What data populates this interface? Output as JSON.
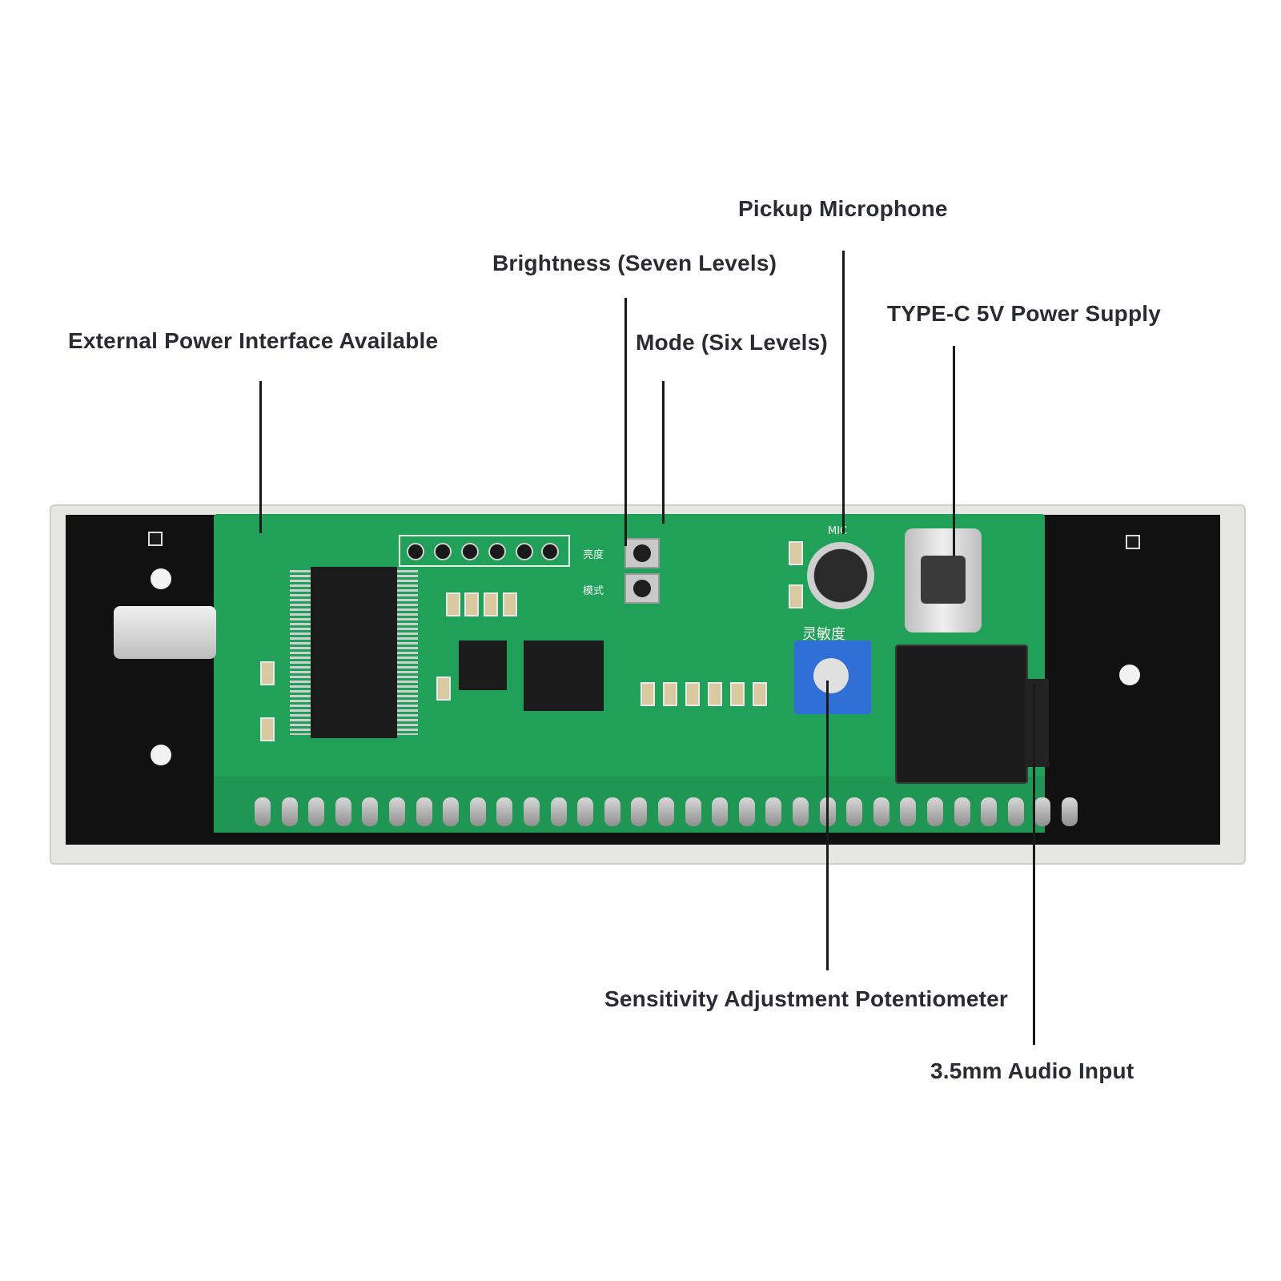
{
  "callouts": {
    "external_power": "External Power Interface Available",
    "brightness": "Brightness (Seven Levels)",
    "mode": "Mode (Six Levels)",
    "microphone": "Pickup Microphone",
    "type_c": "TYPE-C 5V Power Supply",
    "sensitivity": "Sensitivity Adjustment Potentiometer",
    "audio_input": "3.5mm Audio Input"
  },
  "board_silkscreen": {
    "mic": "MIC",
    "brightness_cn": "亮度",
    "mode_cn": "模式",
    "sensitivity_cn": "灵敏度"
  },
  "colors": {
    "pcb": "#21a05a",
    "enclosure": "#e6e6e2",
    "panel": "#111111",
    "potentiometer": "#2f6fd6"
  }
}
